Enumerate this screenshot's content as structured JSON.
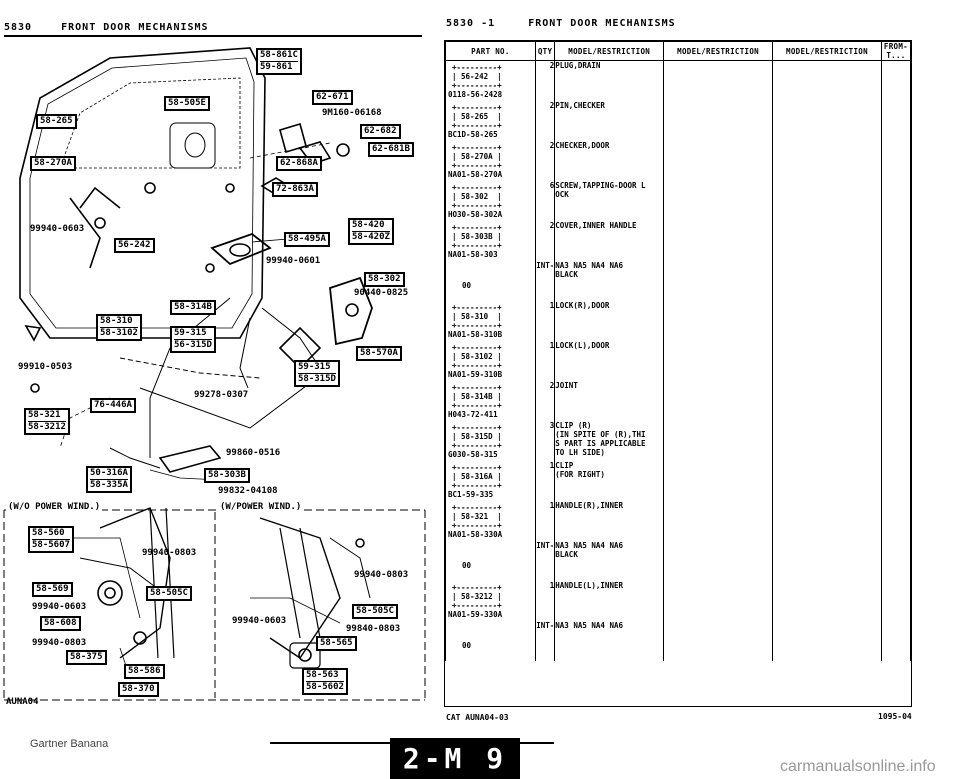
{
  "left_header": {
    "section": "5830",
    "title": "FRONT DOOR MECHANISMS"
  },
  "right_header": {
    "section": "5830 -1",
    "title": "FRONT DOOR MECHANISMS"
  },
  "diagram_labels": {
    "b1": "58-861C",
    "b1b": "59-861",
    "b2": "58-505E",
    "b3": "58-265",
    "b4": "62-671",
    "n1": "9M160-06168",
    "b5": "62-682",
    "b6": "62-681B",
    "b7": "62-868A",
    "b8": "58-270A",
    "b9": "72-863A",
    "n2": "99940-0603",
    "b10": "56-242",
    "b11": "58-420",
    "b11b": "58-420Z",
    "b12": "58-495A",
    "n3": "99940-0601",
    "b13": "58-302",
    "n4": "90440-0825",
    "b14": "58-314B",
    "b15": "58-310",
    "b15b": "58-3102",
    "b16": "59-315",
    "b16b": "56-315D",
    "b17": "58-570A",
    "n5": "99910-0503",
    "b18": "59-315",
    "b18b": "58-315D",
    "b19": "76-446A",
    "n6": "99278-0307",
    "b20": "58-321",
    "b20b": "58-3212",
    "n7": "99860-0516",
    "b21": "50-316A",
    "b21b": "58-335A",
    "b22": "58-303B",
    "n8": "99832-04108",
    "sec1": "(W/O POWER WIND.)",
    "sec2": "(W/POWER WIND.)",
    "b23": "58-560",
    "b23b": "58-5607",
    "n9": "99940-0803",
    "b24": "58-569",
    "n10": "99940-0603",
    "b25": "58-505C",
    "b26": "58-608",
    "n11": "99940-0803",
    "b27": "58-375",
    "b28": "58-586",
    "b29": "58-370",
    "n12": "99940-0803",
    "n13": "99940-0603",
    "b30": "58-505C",
    "n14": "99840-0803",
    "b31": "58-565",
    "b32": "58-563",
    "b32b": "58-5602",
    "code": "AUNA04"
  },
  "table": {
    "headers": [
      "PART NO.",
      "QTY",
      "MODEL/RESTRICTION",
      "MODEL/RESTRICTION",
      "MODEL/RESTRICTION",
      "FROM-T..."
    ],
    "rows": [
      {
        "ref": "56-242",
        "part": "0118-56-2428",
        "qty": "2",
        "desc": "PLUG,DRAIN"
      },
      {
        "ref": "58-265",
        "part": "BC1D-58-265",
        "qty": "2",
        "desc": "PIN,CHECKER"
      },
      {
        "ref": "58-270A",
        "part": "NA01-58-270A",
        "qty": "2",
        "desc": "CHECKER,DOOR"
      },
      {
        "ref": "58-302",
        "part": "HO30-58-302A",
        "qty": "6",
        "desc": "SCREW,TAPPING-DOOR L\nOCK"
      },
      {
        "ref": "58-303B",
        "part": "NA01-58-303",
        "qty": "2",
        "desc": "COVER,INNER HANDLE"
      },
      {
        "ref": "",
        "part": "00",
        "qty": "INT-",
        "desc": "NA3 NA5 NA4 NA6\nBLACK"
      },
      {
        "ref": "58-310",
        "part": "NA01-58-310B",
        "qty": "1",
        "desc": "LOCK(R),DOOR"
      },
      {
        "ref": "58-3102",
        "part": "NA01-59-310B",
        "qty": "1",
        "desc": "LOCK(L),DOOR"
      },
      {
        "ref": "58-314B",
        "part": "H043-72-411",
        "qty": "2",
        "desc": "JOINT"
      },
      {
        "ref": "58-315D",
        "part": "G030-58-315",
        "qty": "3",
        "desc": "CLIP (R)\n(IN SPITE OF (R),THI\nS PART IS APPLICABLE\nTO LH SIDE)"
      },
      {
        "ref": "58-316A",
        "part": "BC1-59-335",
        "qty": "1",
        "desc": "CLIP\n(FOR RIGHT)"
      },
      {
        "ref": "58-321",
        "part": "NA01-58-330A",
        "qty": "1",
        "desc": "HANDLE(R),INNER"
      },
      {
        "ref": "",
        "part": "00",
        "qty": "INT-",
        "desc": "NA3 NA5 NA4 NA6\nBLACK"
      },
      {
        "ref": "58-3212",
        "part": "NA01-59-330A",
        "qty": "1",
        "desc": "HANDLE(L),INNER"
      },
      {
        "ref": "",
        "part": "00",
        "qty": "INT-",
        "desc": "NA3 NA5 NA4 NA6"
      }
    ]
  },
  "footer": {
    "cat": "CAT  AUNA04-03",
    "date": "1095-04"
  },
  "watermark_left": "Gartner Banana",
  "watermark_right": "carmanualsonline.info",
  "page_number": "2-M 9"
}
